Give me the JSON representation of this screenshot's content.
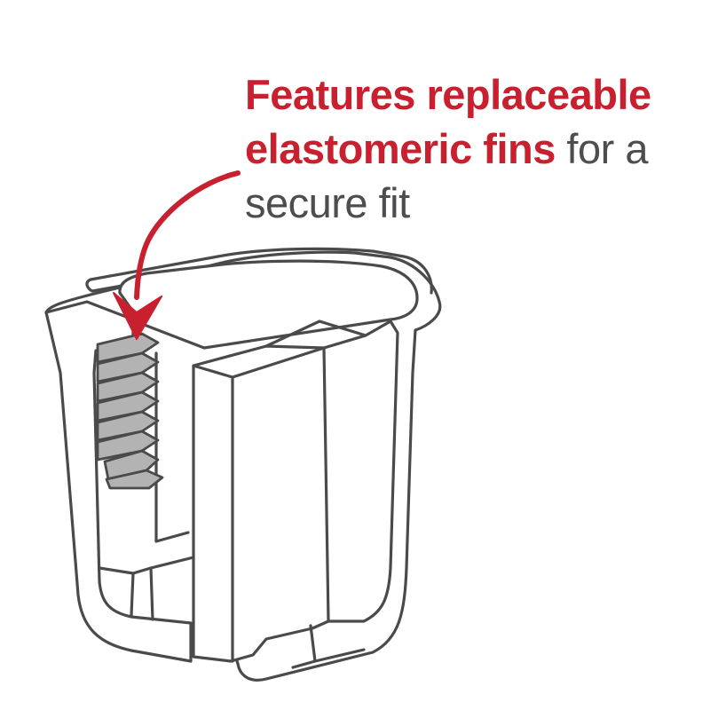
{
  "callout": {
    "highlight_line1": "Features replaceable",
    "highlight_line2": "elastomeric fins",
    "plain_line2": " for a",
    "plain_line3": "secure fit"
  },
  "colors": {
    "accent": "#c8202f",
    "text": "#4d4d4f",
    "outline": "#4a4a4a",
    "fin_fill": "#b3b3b3"
  },
  "icons": {
    "arrow": "curved-arrow-icon",
    "product": "cup-holder-illustration"
  }
}
